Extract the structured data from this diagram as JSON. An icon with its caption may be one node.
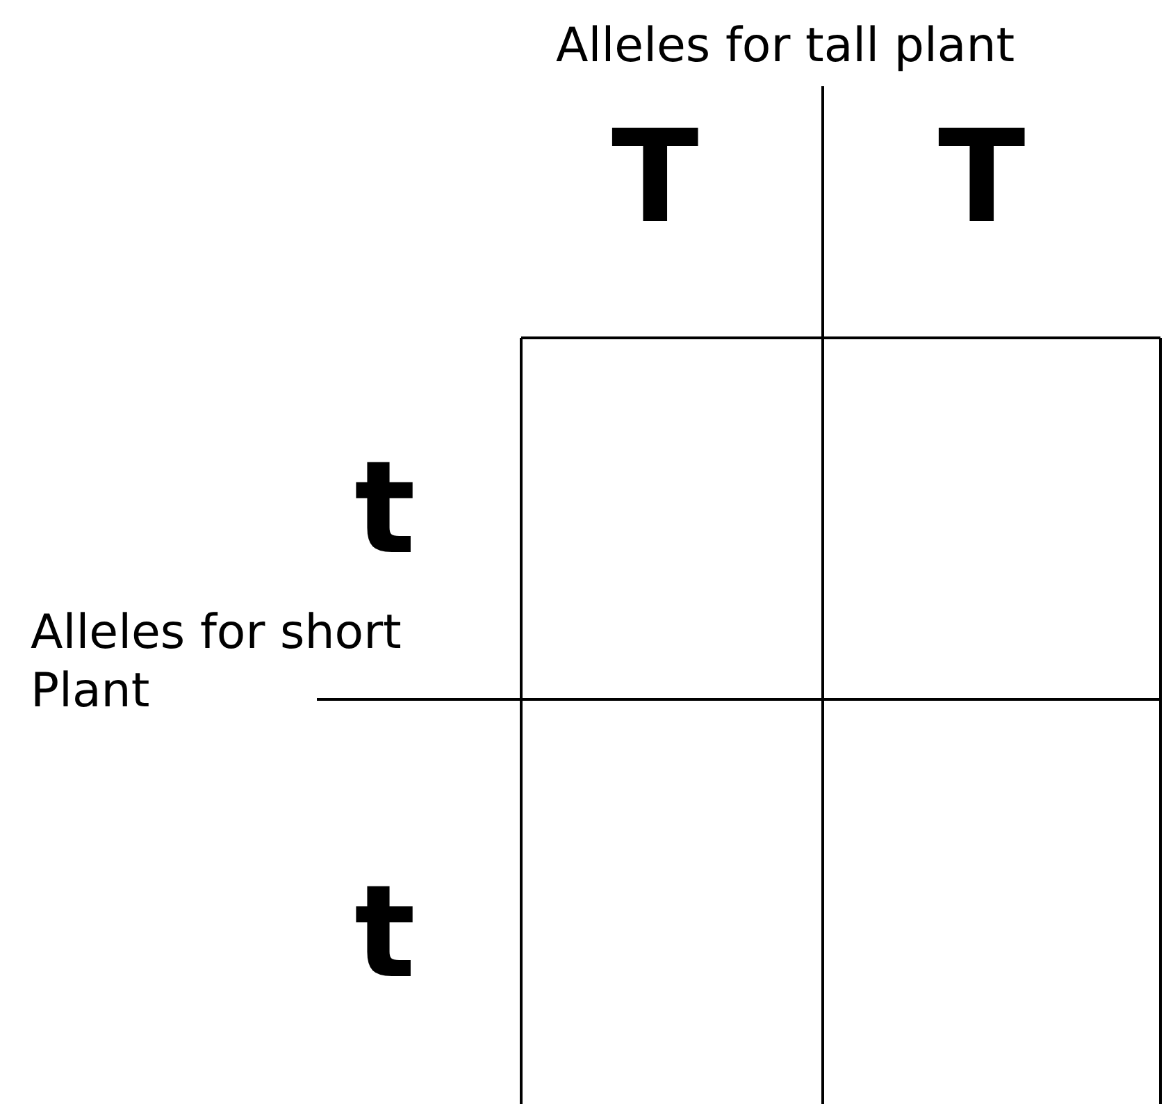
{
  "diagram": {
    "labels": [
      "Alleles for tall plant",
      "T",
      "T",
      "t",
      "Alleles for short Plant",
      "t"
    ]
  }
}
